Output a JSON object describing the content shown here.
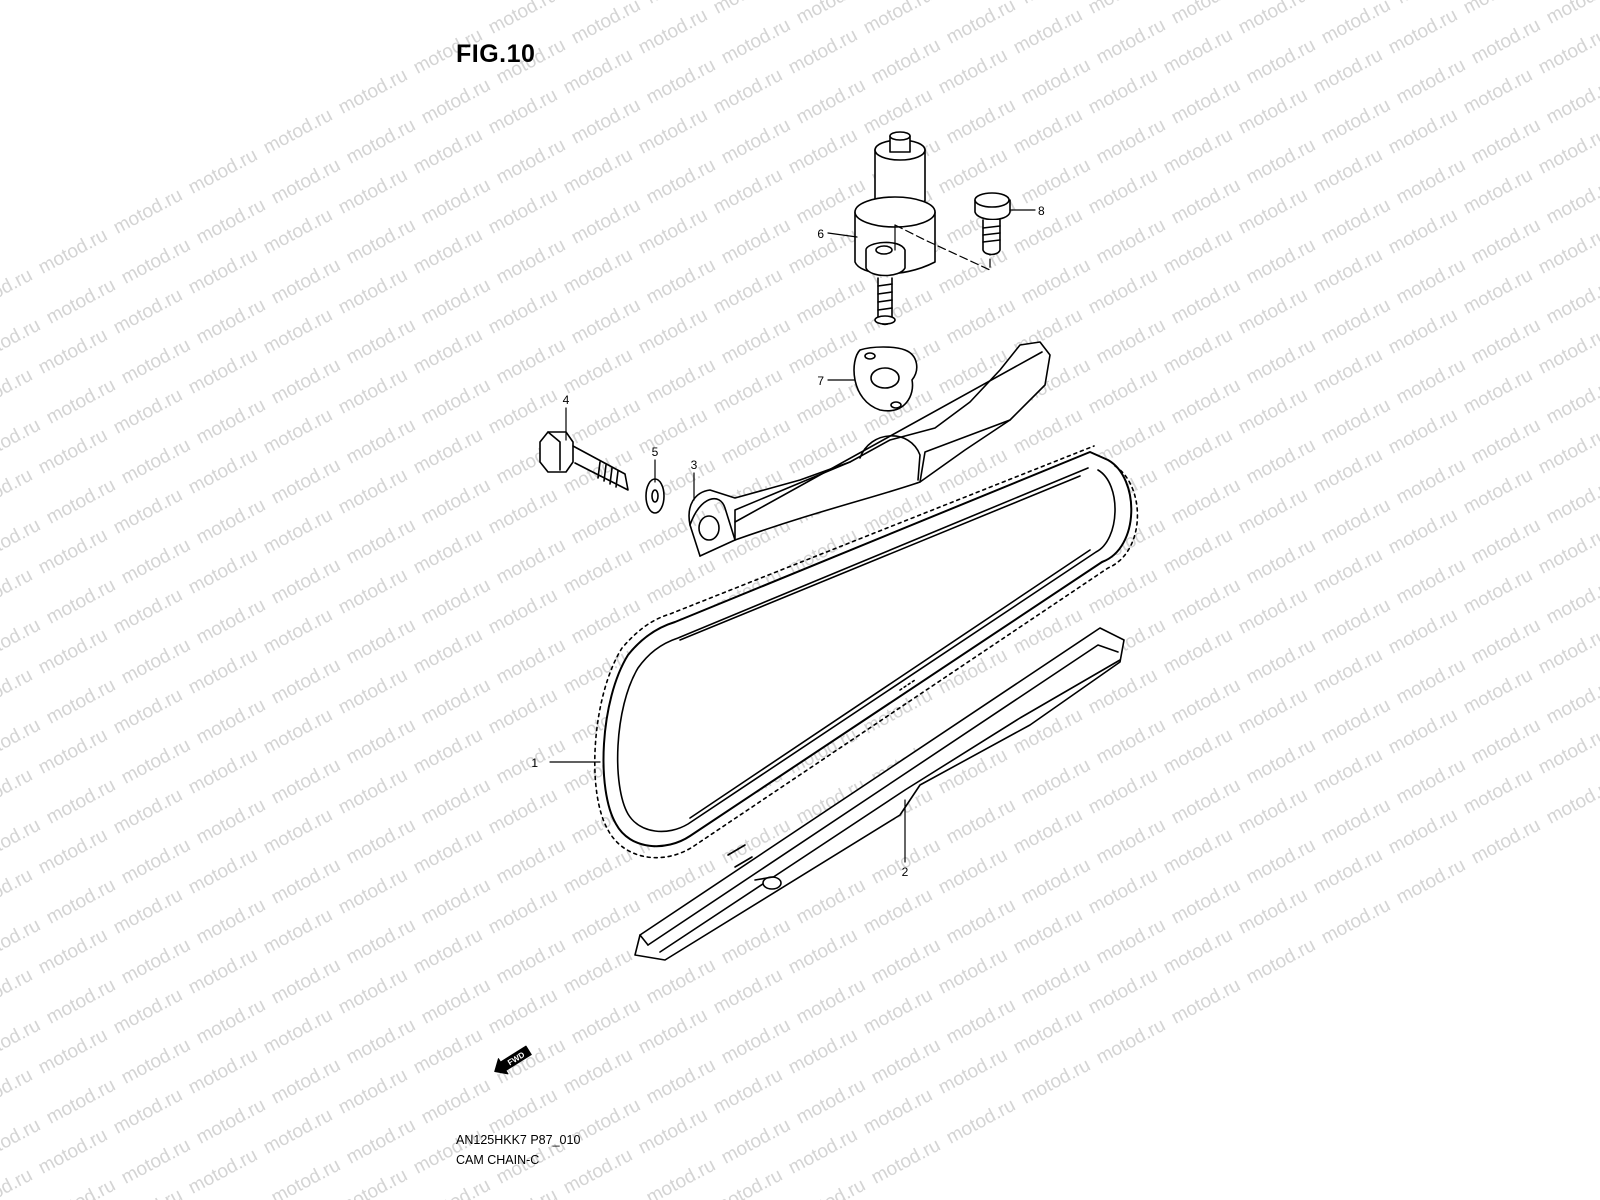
{
  "watermark": {
    "text": "motod.ru",
    "color": "#d4d4d4"
  },
  "figure": {
    "title": "FIG.10",
    "code": "AN125HKK7 P87_010",
    "caption": "CAM CHAIN-C"
  },
  "fwd_arrow": {
    "label": "FWD"
  },
  "callouts": [
    {
      "number": "1",
      "part": "cam-chain"
    },
    {
      "number": "2",
      "part": "chain-guide"
    },
    {
      "number": "3",
      "part": "tensioner-guide"
    },
    {
      "number": "4",
      "part": "pivot-bolt"
    },
    {
      "number": "5",
      "part": "washer"
    },
    {
      "number": "6",
      "part": "chain-tensioner"
    },
    {
      "number": "7",
      "part": "gasket"
    },
    {
      "number": "8",
      "part": "bolt"
    }
  ]
}
